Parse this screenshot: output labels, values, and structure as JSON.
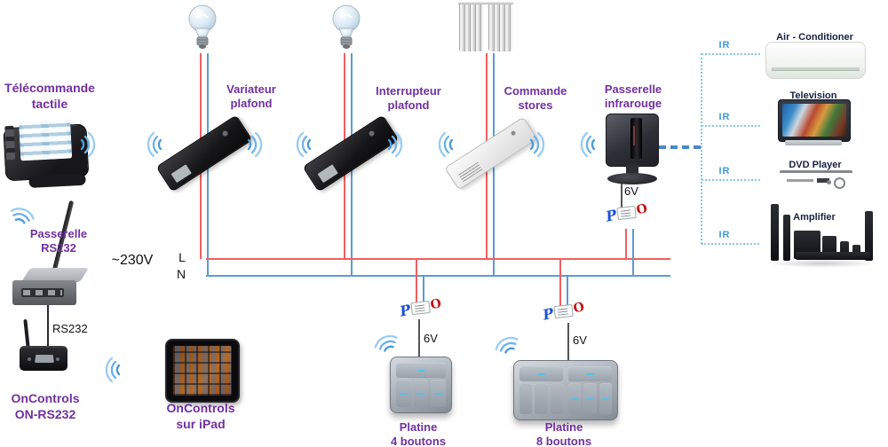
{
  "colors": {
    "label_purple": "#7030A0",
    "wire_live_red": "#f15f5f",
    "wire_neutral_blue": "#5b9bd5",
    "ir_text_blue": "#3d9bd5",
    "ir_dotted_blue": "#85c7ea",
    "dash_connector_blue": "#4a86c8"
  },
  "mains": {
    "voltage": "~230V",
    "line": "L",
    "neutral": "N"
  },
  "devices": {
    "telecommande": {
      "label1": "Télécommande",
      "label2": "tactile"
    },
    "variateur": {
      "label1": "Variateur",
      "label2": "plafond"
    },
    "interrupteur": {
      "label1": "Interrupteur",
      "label2": "plafond"
    },
    "commande_stores": {
      "label1": "Commande",
      "label2": "stores"
    },
    "passerelle_ir": {
      "label1": "Passerelle",
      "label2": "infrarouge",
      "psu_voltage": "6V"
    },
    "passerelle_rs232": {
      "label1": "Passerelle",
      "label2": "RS232",
      "wire_label": "RS232"
    },
    "oncontrols_gateway": {
      "label1": "OnControls",
      "label2": "ON-RS232"
    },
    "oncontrols_ipad": {
      "label1": "OnControls",
      "label2": "sur iPad"
    },
    "platine4": {
      "label1": "Platine",
      "label2": "4 boutons",
      "psu_voltage": "6V"
    },
    "platine8": {
      "label1": "Platine",
      "label2": "8 boutons",
      "psu_voltage": "6V"
    }
  },
  "ir_outputs": [
    {
      "tag": "IR",
      "appliance": "Air - Conditioner"
    },
    {
      "tag": "IR",
      "appliance": "Television"
    },
    {
      "tag": "IR",
      "appliance": "DVD Player"
    },
    {
      "tag": "IR",
      "appliance": "Amplifier"
    }
  ]
}
